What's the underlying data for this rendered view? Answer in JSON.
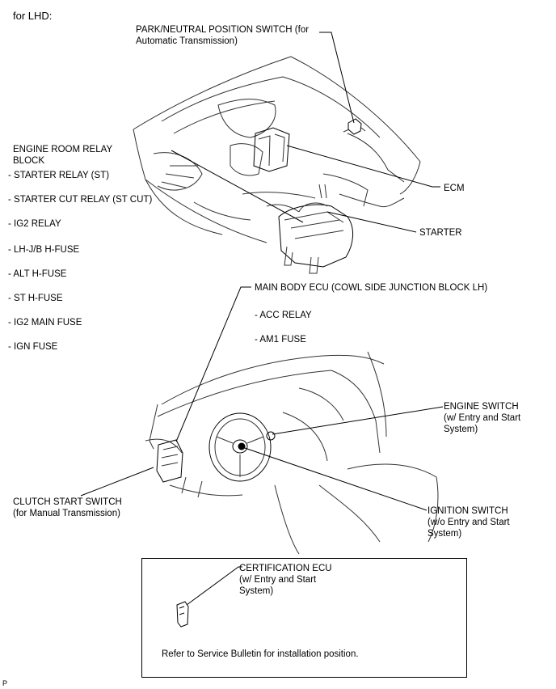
{
  "header": "for LHD:",
  "labels": {
    "park_neutral": "PARK/NEUTRAL POSITION SWITCH (for\nAutomatic Transmission)",
    "ecm": "ECM",
    "starter": "STARTER",
    "relay_block": "ENGINE ROOM RELAY\nBLOCK",
    "relay_block_items": [
      "- STARTER RELAY (ST)",
      "- STARTER CUT RELAY (ST CUT)",
      "- IG2 RELAY",
      "- LH-J/B H-FUSE",
      "- ALT H-FUSE",
      "- ST H-FUSE",
      "- IG2 MAIN FUSE",
      "- IGN FUSE"
    ],
    "main_body_ecu": "MAIN BODY ECU (COWL SIDE JUNCTION BLOCK LH)",
    "main_body_items": [
      "- ACC RELAY",
      "- AM1 FUSE"
    ],
    "engine_switch": "ENGINE SWITCH\n(w/ Entry and Start\nSystem)",
    "clutch_start": "CLUTCH START SWITCH\n(for Manual Transmission)",
    "ignition_switch": "IGNITION SWITCH\n(w/o Entry and Start\nSystem)",
    "certification_ecu": "CERTIFICATION ECU\n(w/ Entry and Start\nSystem)",
    "bulletin_note": "Refer to Service Bulletin for installation position.",
    "corner_mark": "P"
  }
}
